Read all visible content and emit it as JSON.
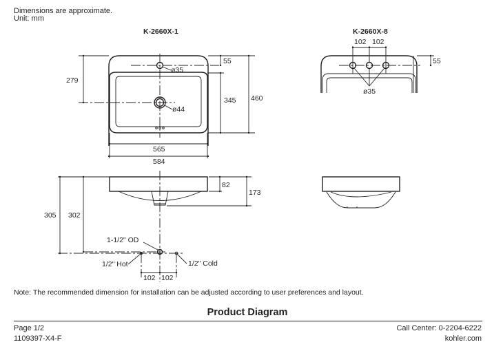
{
  "header": {
    "disclaimer": "Dimensions are approximate.",
    "unit": "Unit: mm"
  },
  "views": {
    "model_1": {
      "title": "K-2660X-1",
      "faucet_hole": "ø35",
      "drain": "ø44",
      "dims": {
        "faucet_to_back": "55",
        "back_to_drain": "279",
        "bowl_depth": "345",
        "overall_depth": "460",
        "bowl_width": "565",
        "overall_width": "584"
      }
    },
    "model_8": {
      "title": "K-2660X-8",
      "faucet_holes": "ø35",
      "dims": {
        "hole_spacing_left": "102",
        "hole_spacing_right": "102",
        "faucet_to_back": "55"
      }
    },
    "side_view": {
      "dims": {
        "rim_height": "82",
        "overall_height": "173",
        "rim_to_supply": "305",
        "rim_to_drain": "302",
        "supply_left": "102",
        "supply_right": "102"
      },
      "labels": {
        "drain": "1-1/2\" OD",
        "hot": "1/2\" Hot",
        "cold": "1/2\" Cold"
      }
    }
  },
  "note": "Note: The recommended dimension for installation can be adjusted according to user preferences and layout.",
  "footer": {
    "title": "Product Diagram",
    "page": "Page 1/2",
    "doc_id": "1109397-X4-F",
    "call_center": "Call Center:  0-2204-6222",
    "website": "kohler.com"
  }
}
